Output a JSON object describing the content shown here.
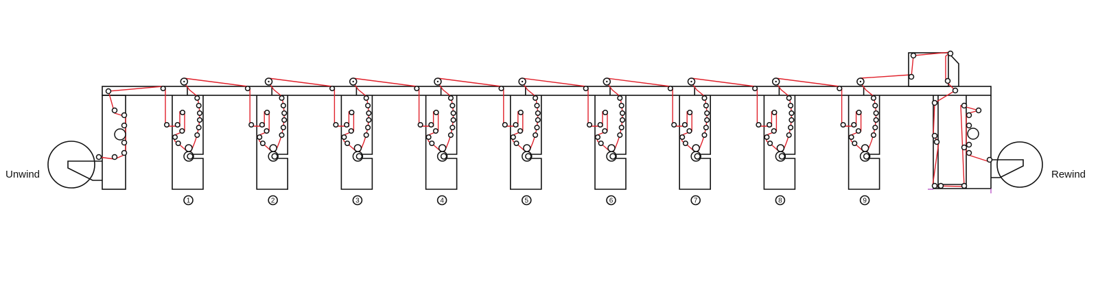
{
  "labels": {
    "unwind": "Unwind",
    "rewind": "Rewind"
  },
  "stations": [
    {
      "number": "1"
    },
    {
      "number": "2"
    },
    {
      "number": "3"
    },
    {
      "number": "4"
    },
    {
      "number": "5"
    },
    {
      "number": "6"
    },
    {
      "number": "7"
    },
    {
      "number": "8"
    },
    {
      "number": "9"
    }
  ],
  "colors": {
    "web": "#e0202a",
    "frame": "#111111",
    "marker": "#b040c0"
  }
}
